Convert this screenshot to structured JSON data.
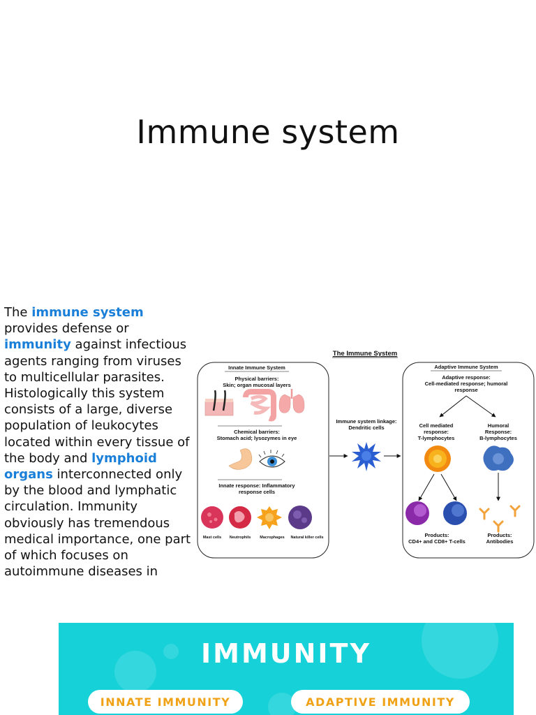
{
  "slide": {
    "title": "Immune system"
  },
  "body": {
    "t1": "The ",
    "link1": "immune system",
    "t2": " provides defense or ",
    "link2": "immunity",
    "t3": " against infectious agents ranging from viruses to multicellular parasites. Histologically this system consists of a large, diverse population of leukocytes located within every tissue of the body and ",
    "link3": "lymphoid organs",
    "t4": " interconnected only by the blood and lymphatic circulation. Immunity obviously has tremendous medical importance, one part of which focuses on autoimmune diseases in"
  },
  "diagram": {
    "title": "The Immune System",
    "innate": {
      "heading": "Innate Immune System",
      "physical": [
        "Physical barriers:",
        "Skin; organ mucosal layers"
      ],
      "chemical": [
        "Chemical barriers:",
        "Stomach acid; lysozymes in eye"
      ],
      "response": [
        "Innate response: Inflammatory",
        "response cells"
      ],
      "cells": [
        "Mast cells",
        "Neutrophils",
        "Macrophages",
        "Natural killer cells"
      ]
    },
    "linkage": [
      "Immune system linkage:",
      "Dendritic cells"
    ],
    "adaptive": {
      "heading": "Adaptive Immune System",
      "response": [
        "Adaptive response:",
        "Cell-mediated response; humoral",
        "response"
      ],
      "cell_mediated": [
        "Cell mediated",
        "response:",
        "T-lymphocytes"
      ],
      "humoral": [
        "Humoral",
        "Response:",
        "B-lymphocytes"
      ],
      "products_t": [
        "Products:",
        "CD4+ and CD8+ T-cells"
      ],
      "products_b": [
        "Products:",
        "Antibodies"
      ]
    }
  },
  "banner": {
    "title": "IMMUNITY",
    "innate": "INNATE IMMUNITY",
    "adaptive": "ADAPTIVE IMMUNITY"
  },
  "colors": {
    "link": "#1a7fd9",
    "banner_bg": "#16d2d8",
    "pill_text": "#f0a216"
  }
}
